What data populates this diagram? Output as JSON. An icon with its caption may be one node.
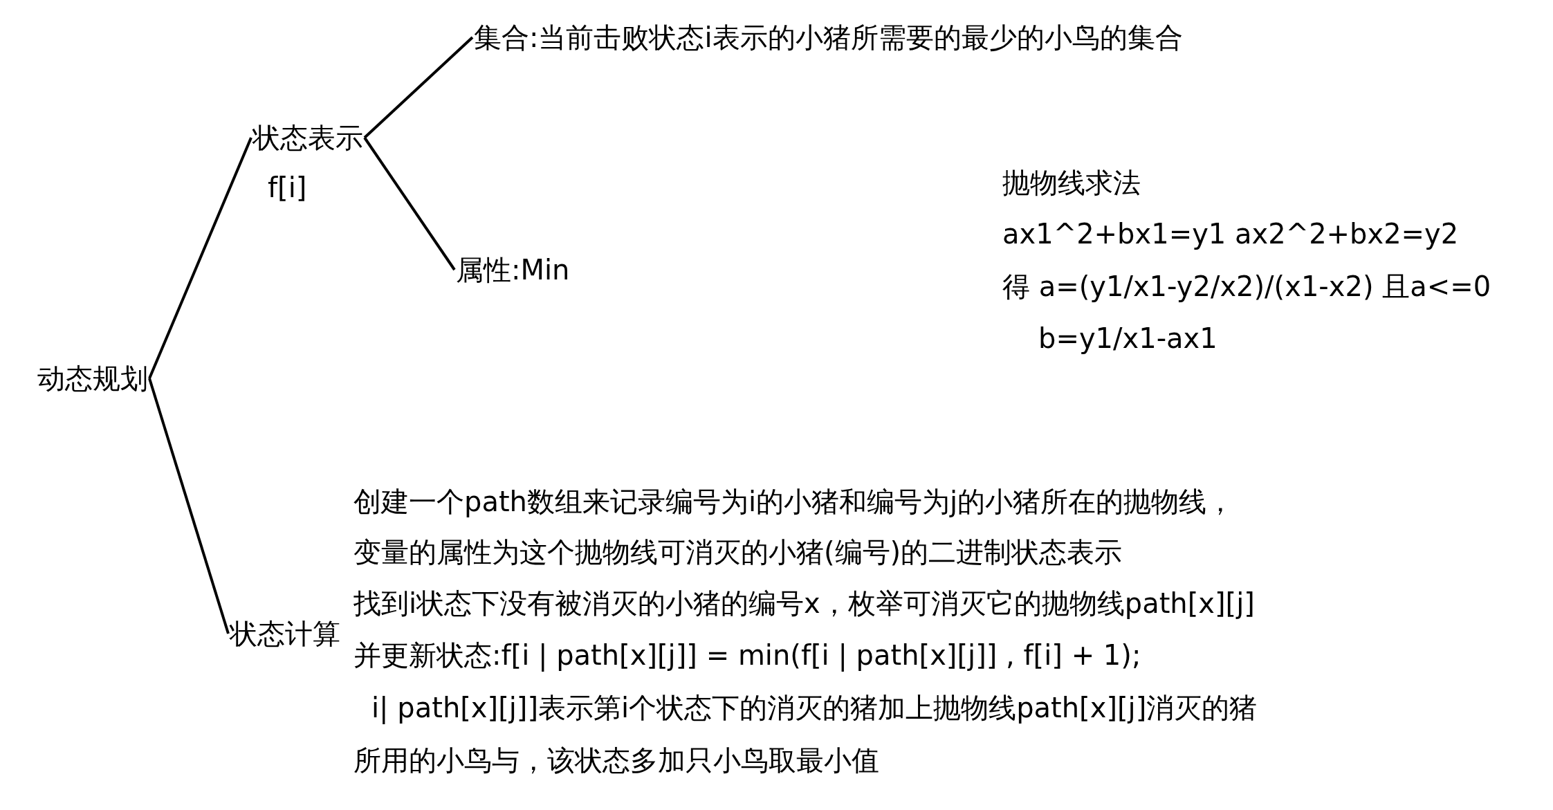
{
  "diagram": {
    "nodes": [
      {
        "text": [
          "动态规划"
        ]
      },
      {
        "text": [
          "状态表示"
        ],
        "beside": [
          "f[i]"
        ]
      },
      {
        "text": [
          "集合:当前击败状态i表示的小猪所需要的最少的小鸟的集合"
        ]
      },
      {
        "text": [
          "属性:Min"
        ]
      },
      {
        "text": [
          "状态计算"
        ]
      }
    ],
    "edges": [
      {
        "from": 0,
        "to": 1,
        "arrow": "none"
      },
      {
        "from": 0,
        "to": 4,
        "arrow": "none"
      },
      {
        "from": 1,
        "to": 2,
        "arrow": "none"
      },
      {
        "from": 1,
        "to": 3,
        "arrow": "none"
      }
    ],
    "labels": [
      "抛物线求法",
      "ax1^2+bx1=y1  ax2^2+bx2=y2",
      "得 a=(y1/x1-y2/x2)/(x1-x2) 且a<=0",
      "b=y1/x1-ax1",
      "创建一个path数组来记录编号为i的小猪和编号为j的小猪所在的抛物线，",
      "变量的属性为这个抛物线可消灭的小猪(编号)的二进制状态表示",
      "找到i状态下没有被消灭的小猪的编号x，枚举可消灭它的抛物线path[x][j]",
      "并更新状态:f[i | path[x][j]] = min(f[i | path[x][j]] , f[i] + 1);",
      "i| path[x][j]]表示第i个状态下的消灭的猪加上抛物线path[x][j]消灭的猪",
      "所用的小鸟与，该状态多加只小鸟取最小值"
    ]
  }
}
